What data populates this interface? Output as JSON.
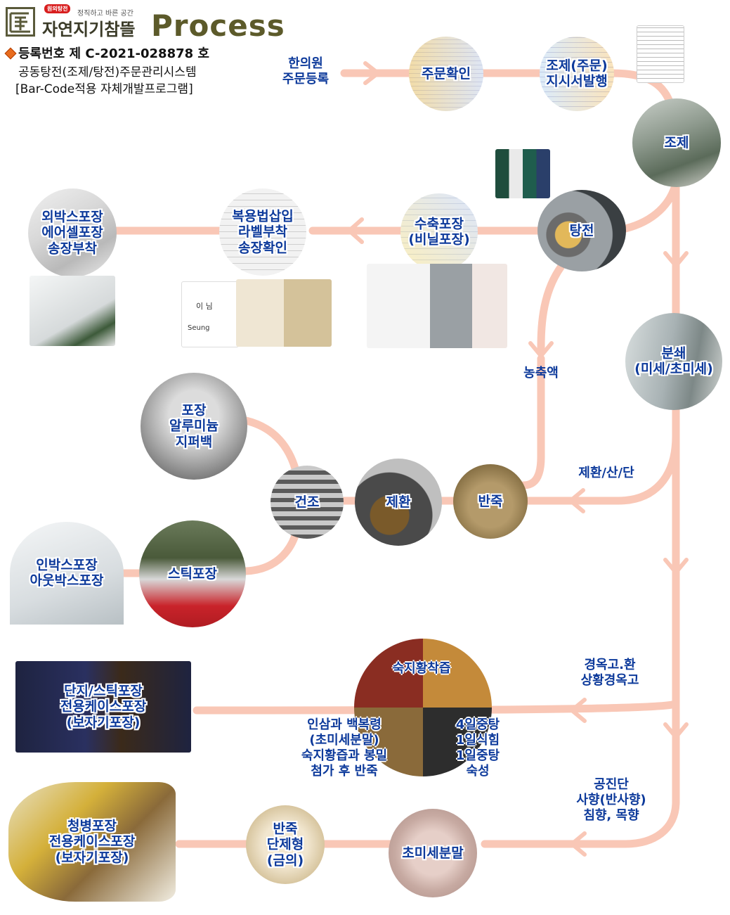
{
  "header": {
    "badge": "원외탕전",
    "slogan": "정직하고 바른 공간",
    "brand": "자연지기참뜰",
    "title": "Process",
    "registration": "등록번호 제 C-2021-028878 호",
    "desc_line1": "공동탕전(조제/탕전)주문관리시스템",
    "desc_line2": "[Bar-Code적용 자체개발프로그램]"
  },
  "steps": {
    "order_register": [
      "한의원",
      "주문등록"
    ],
    "order_confirm": [
      "주문확인"
    ],
    "prescription": [
      "조제(주문)",
      "지시서발행"
    ],
    "dispense": [
      "조제"
    ],
    "decoct": [
      "탕전"
    ],
    "shrink_pack": [
      "수축포장",
      "(비닐포장)"
    ],
    "dose_label": [
      "복용법삽입",
      "라벨부착",
      "송장확인"
    ],
    "outer_box": [
      "외박스포장",
      "에어셀포장",
      "송장부착"
    ],
    "concentrate": [
      "농축액"
    ],
    "powder": [
      "분쇄",
      "(미세/초미세)"
    ],
    "pill_powder": [
      "제환/산/단"
    ],
    "foil_pack": [
      "포장",
      "알루미늄",
      "지퍼백"
    ],
    "dry": [
      "건조"
    ],
    "pill_make": [
      "제환"
    ],
    "knead": [
      "반죽"
    ],
    "stick_pack": [
      "스틱포장"
    ],
    "inner_box": [
      "인박스포장",
      "아웃박스포장"
    ],
    "kyungok": [
      "경옥고.환",
      "상황경옥고"
    ],
    "rehmannia": [
      "숙지황착즙"
    ],
    "ginseng": [
      "인삼과 백복령",
      "(초미세분말)",
      "숙지황즙과 봉밀",
      "첨가 후 반죽"
    ],
    "steaming": [
      "4일중탕",
      "1일식힘",
      "1일중탕",
      "숙성"
    ],
    "jar_pack": [
      "단지/스틱포장",
      "전용케이스포장",
      "(보자기포장)"
    ],
    "gongjindan": [
      "공진단",
      "사향(반사향)",
      "침향, 목향"
    ],
    "ultrafine": [
      "초미세분말"
    ],
    "dough_form": [
      "반죽",
      "단제형",
      "(금의)"
    ],
    "bottle_pack": [
      "청병포장",
      "전용케이스포장",
      "(보자기포장)"
    ]
  },
  "thumbs": {
    "label_sample": [
      "이 님",
      "Seung"
    ]
  },
  "colors": {
    "line": "#f9c7b6",
    "label": "#0d3a9b",
    "badge": "#d81e1e"
  }
}
